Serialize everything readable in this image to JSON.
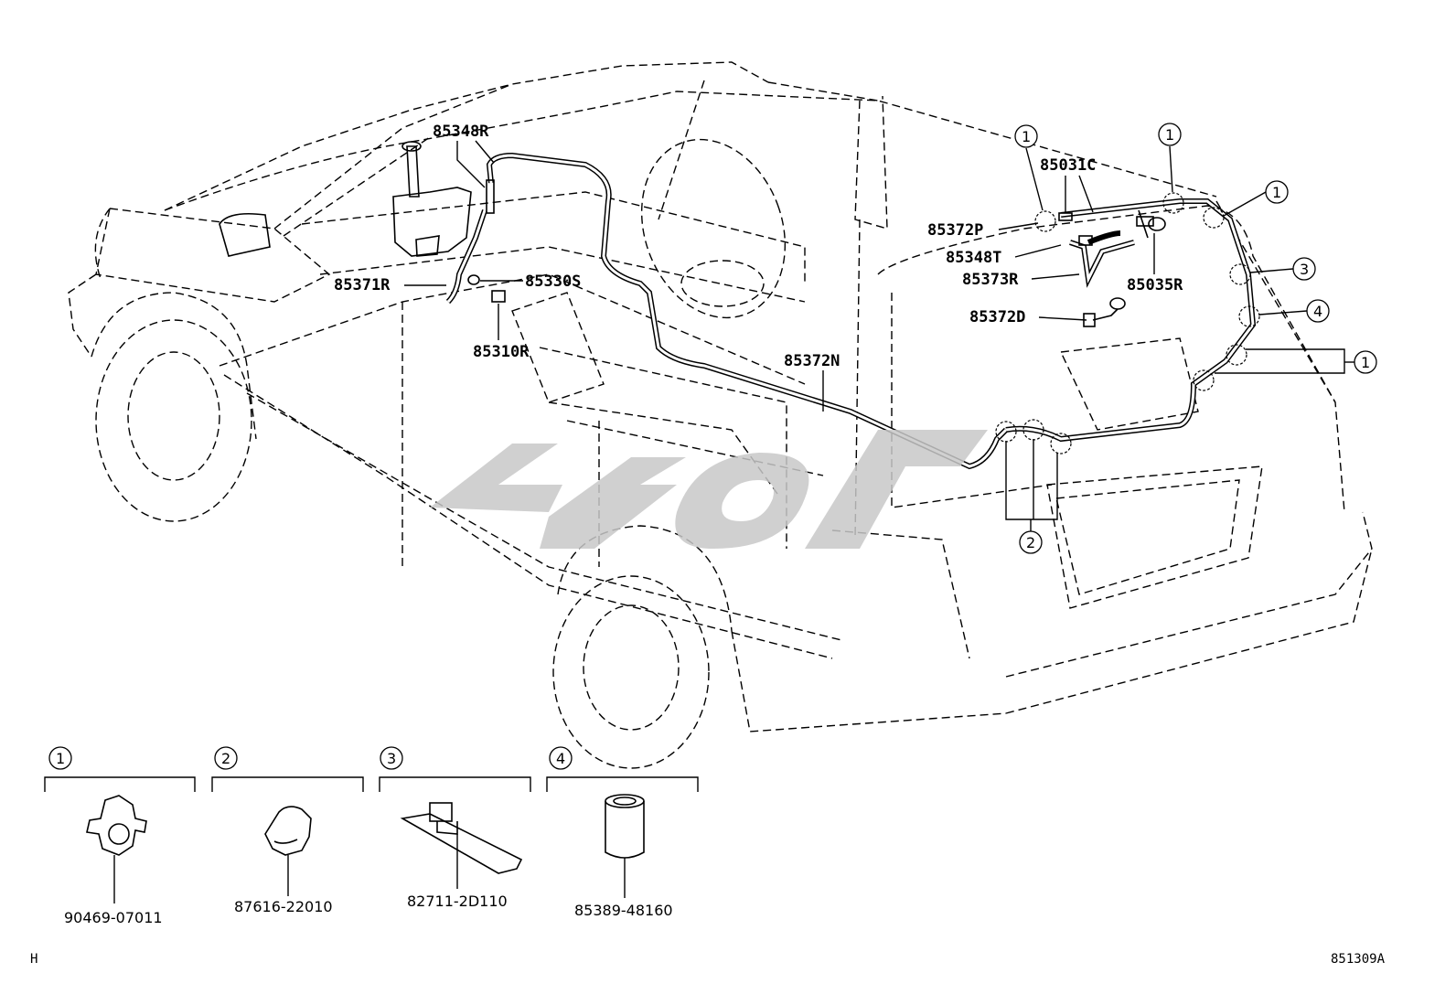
{
  "parts": {
    "p85348R": "85348R",
    "p85371R": "85371R",
    "p85330S": "85330S",
    "p85310R": "85310R",
    "p85372N": "85372N",
    "p85372P": "85372P",
    "p85348T": "85348T",
    "p85373R": "85373R",
    "p85031C": "85031C",
    "p85035R": "85035R",
    "p85372D": "85372D"
  },
  "callouts": {
    "c1": "1",
    "c2": "2",
    "c3": "3",
    "c4": "4"
  },
  "legend": [
    {
      "ref": "1",
      "part": "90469-07011"
    },
    {
      "ref": "2",
      "part": "87616-22010"
    },
    {
      "ref": "3",
      "part": "82711-2D110"
    },
    {
      "ref": "4",
      "part": "85389-48160"
    }
  ],
  "footer": {
    "left": "H",
    "right": "851309A"
  }
}
